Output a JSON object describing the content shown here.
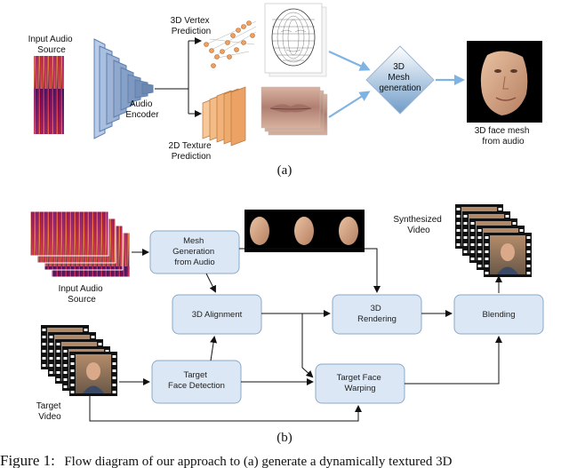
{
  "part_a": {
    "input_audio": [
      "Input Audio",
      "Source"
    ],
    "encoder": [
      "Audio",
      "Encoder"
    ],
    "vertex": [
      "3D Vertex",
      "Prediction"
    ],
    "texture": [
      "2D Texture",
      "Prediction"
    ],
    "mesh_gen": [
      "3D",
      "Mesh",
      "generation"
    ],
    "output": [
      "3D face mesh",
      "from audio"
    ],
    "tag": "(a)"
  },
  "part_b": {
    "input_audio": [
      "Input Audio",
      "Source"
    ],
    "mesh_gen": [
      "Mesh",
      "Generation",
      "from Audio"
    ],
    "alignment": "3D Alignment",
    "rendering": [
      "3D",
      "Rendering"
    ],
    "blending": "Blending",
    "face_detect": [
      "Target",
      "Face Detection"
    ],
    "warping": [
      "Target Face",
      "Warping"
    ],
    "synth_video": [
      "Synthesized",
      "Video"
    ],
    "target_video": [
      "Target",
      "Video"
    ],
    "tag": "(b)"
  },
  "caption": {
    "figure": "Figure 1:",
    "text": "Flow diagram of our approach to (a) generate a dynamically textured 3D"
  },
  "colors": {
    "box_fill": "#dbe7f4",
    "box_stroke": "#8aa9c9",
    "arrow_light": "#7fb4e2",
    "encoder": "#9fb4d4",
    "texture": "#f2b37a"
  }
}
